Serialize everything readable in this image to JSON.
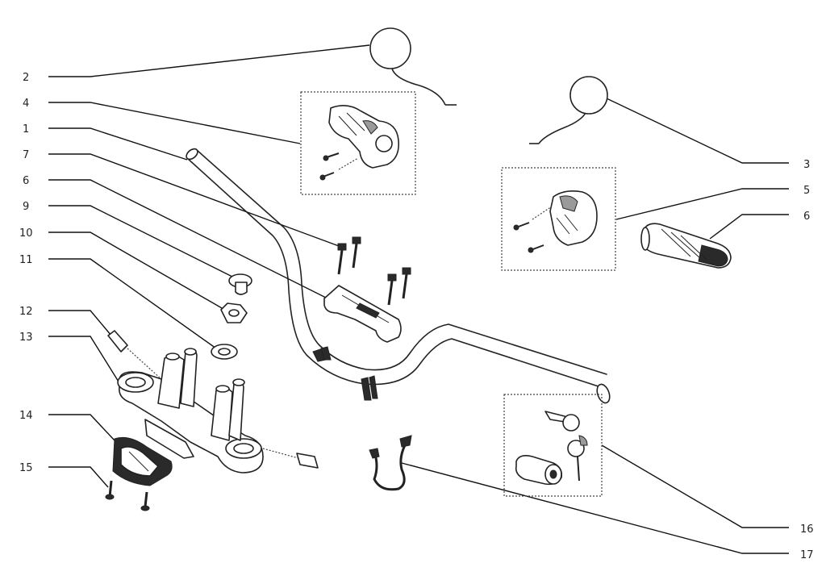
{
  "diagram": {
    "callouts": [
      {
        "id": "c2",
        "text": "2"
      },
      {
        "id": "c4",
        "text": "4"
      },
      {
        "id": "c1",
        "text": "1"
      },
      {
        "id": "c7",
        "text": "7"
      },
      {
        "id": "c6a",
        "text": "6"
      },
      {
        "id": "c9",
        "text": "9"
      },
      {
        "id": "c10",
        "text": "10"
      },
      {
        "id": "c11",
        "text": "11"
      },
      {
        "id": "c12",
        "text": "12"
      },
      {
        "id": "c13",
        "text": "13"
      },
      {
        "id": "c14",
        "text": "14"
      },
      {
        "id": "c15",
        "text": "15"
      },
      {
        "id": "c3",
        "text": "3"
      },
      {
        "id": "c5",
        "text": "5"
      },
      {
        "id": "c6b",
        "text": "6"
      },
      {
        "id": "c16",
        "text": "16"
      },
      {
        "id": "c17",
        "text": "17"
      }
    ]
  }
}
